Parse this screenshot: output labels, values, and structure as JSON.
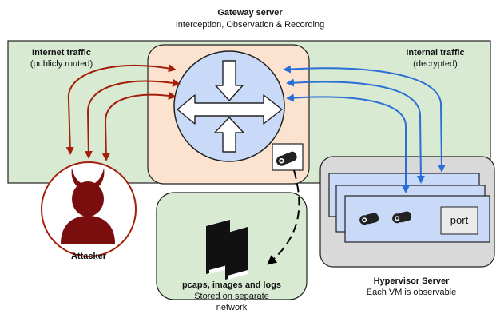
{
  "gateway": {
    "title": "Gateway server",
    "subtitle": "Interception, Observation & Recording"
  },
  "internet": {
    "title": "Internet traffic",
    "subtitle": "(publicly routed)"
  },
  "internal": {
    "title": "Internal traffic",
    "subtitle": "(decrypted)"
  },
  "attacker": {
    "label": "Attacker"
  },
  "storage": {
    "title": "pcaps, images and logs",
    "line1": "Stored on separate",
    "line2": "network"
  },
  "hypervisor": {
    "title": "Hypervisor Server",
    "subtitle": "Each VM is observable",
    "port_label": "port"
  },
  "colors": {
    "internet_arrow": "#a31f0b",
    "internal_arrow": "#2a6fd6",
    "band_fill": "#d9ead3",
    "gateway_fill": "#fbe3cf",
    "storage_fill": "#d9ead3",
    "router_fill": "#c9daf8",
    "attacker_fill": "#7a0d0d",
    "vm_fill": "#c9daf8",
    "hypervisor_fill": "#d9d9d9"
  }
}
